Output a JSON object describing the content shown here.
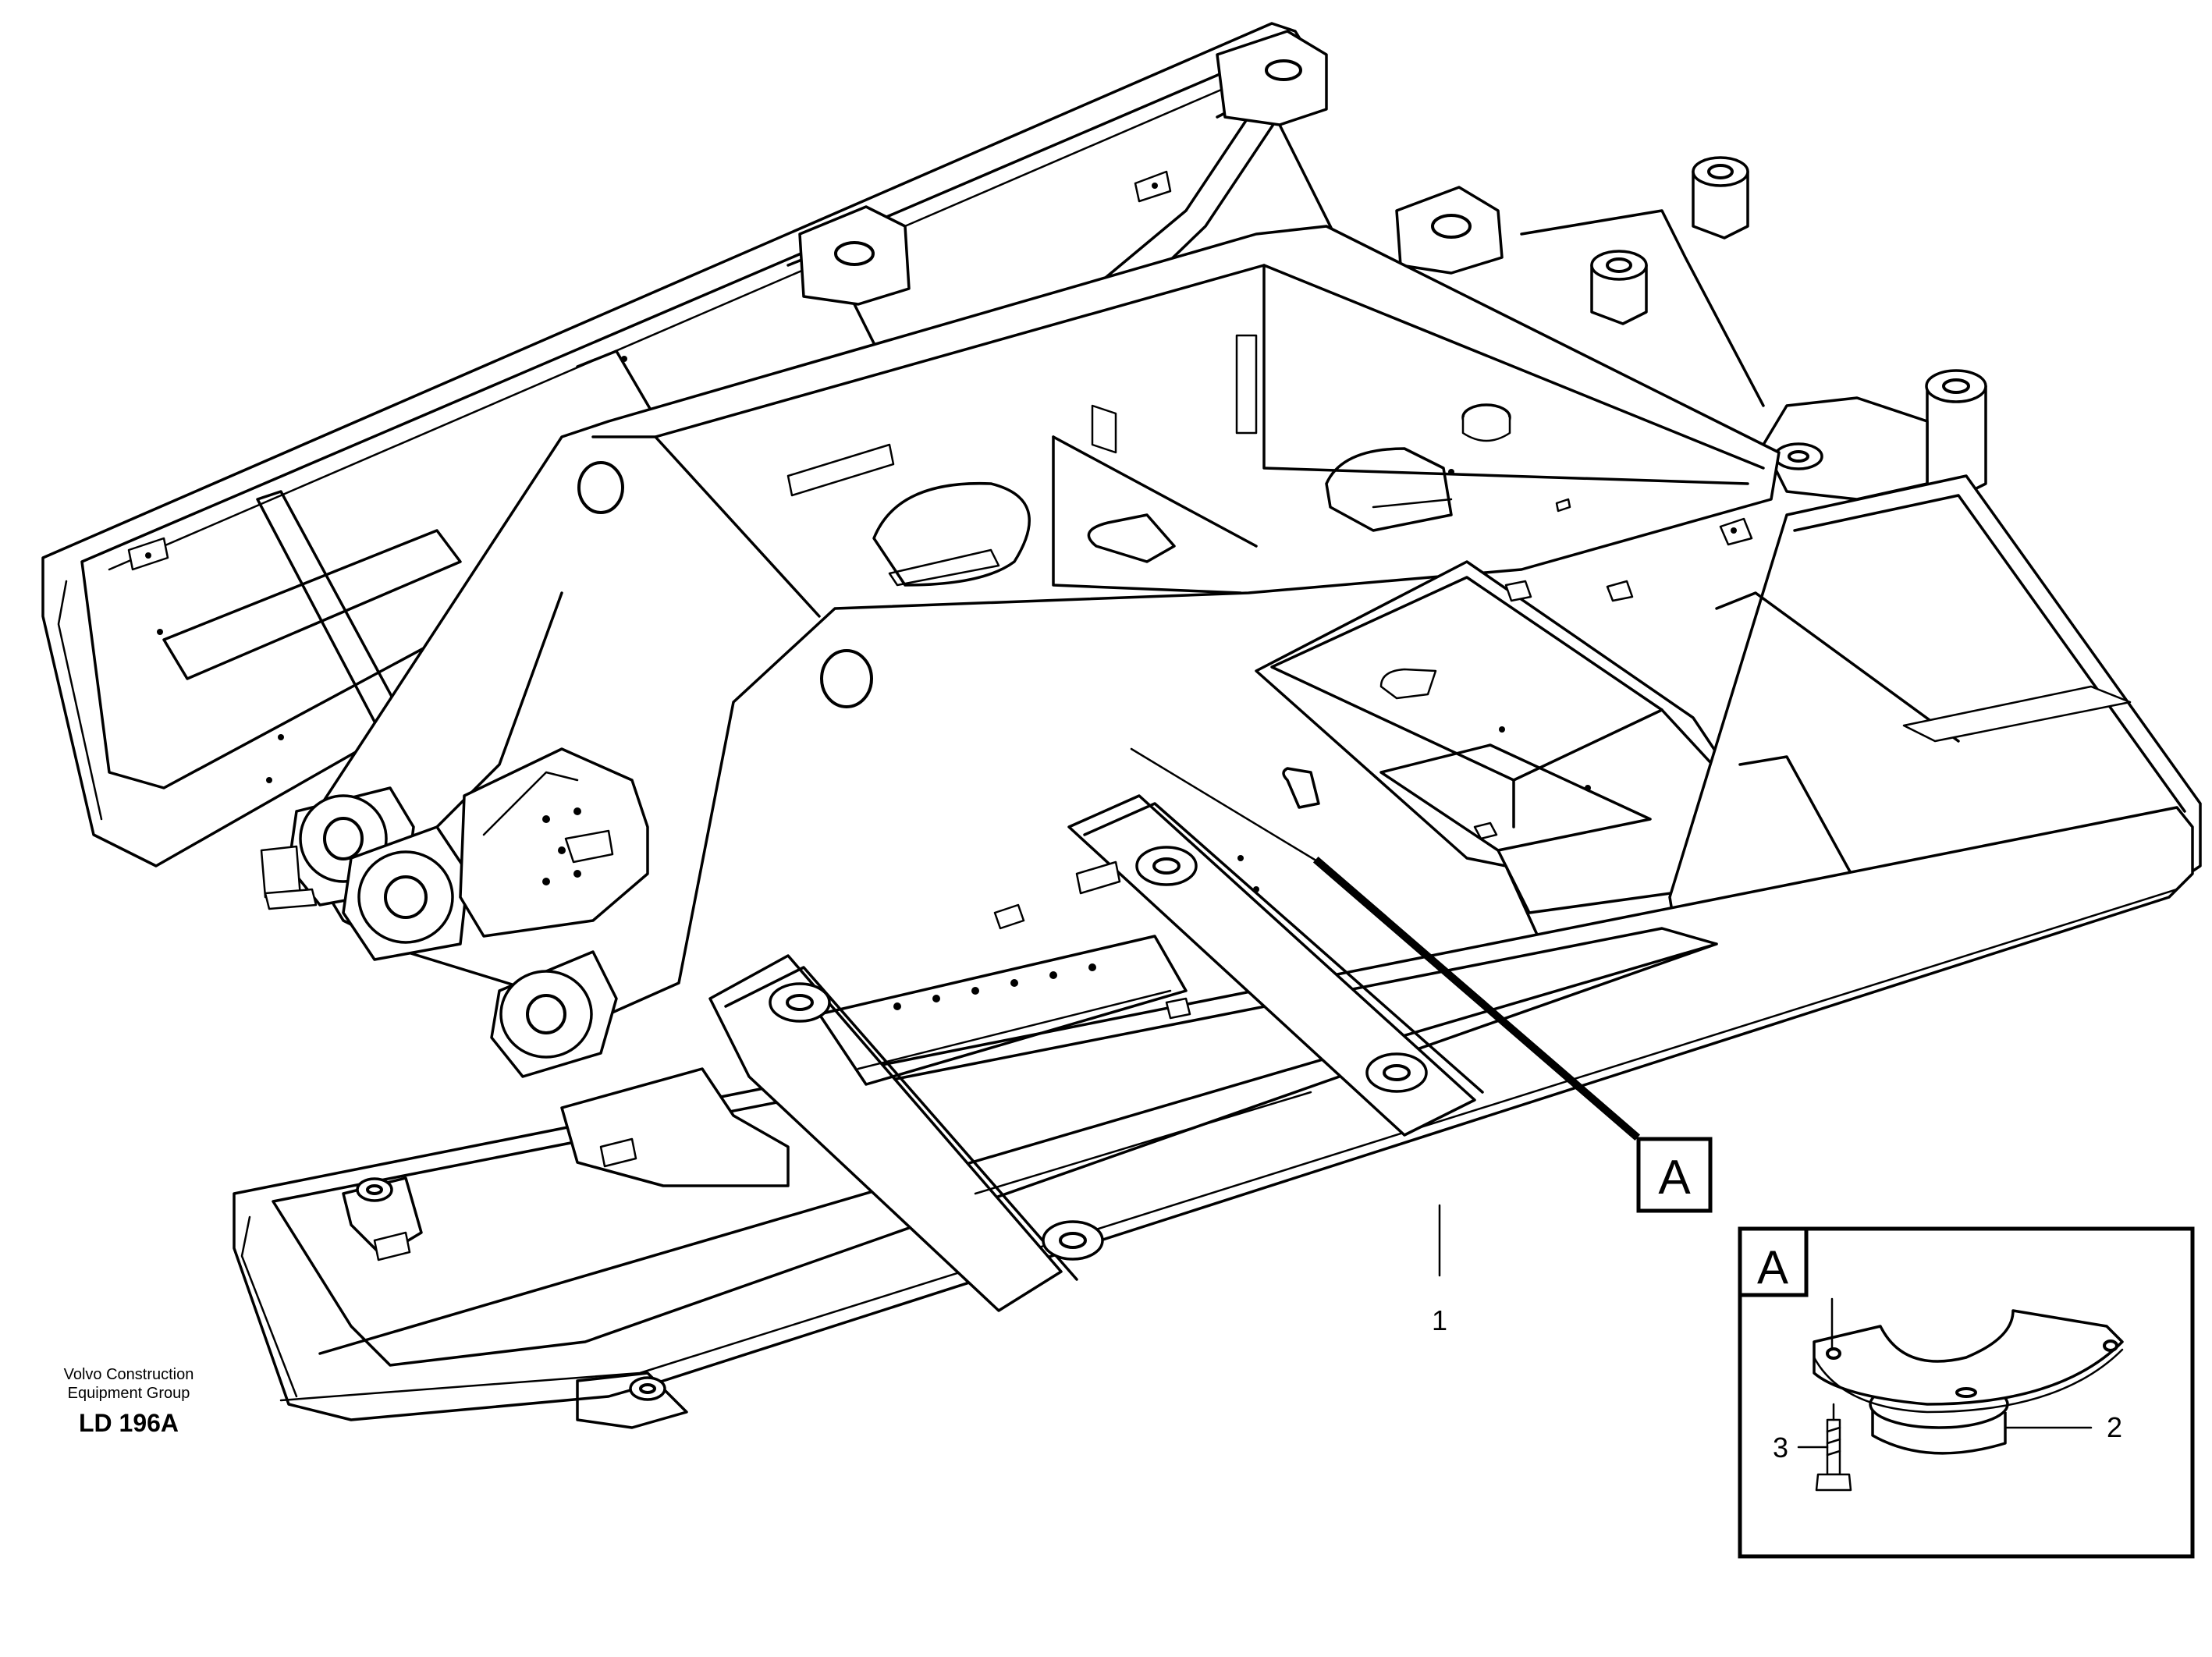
{
  "credit": {
    "company_line1": "Volvo Construction",
    "company_line2": "Equipment Group",
    "drawing_code": "LD 196A"
  },
  "callouts": {
    "main_frame": "1",
    "detail_ref": "A",
    "detail_box_label": "A",
    "part_2": "2",
    "part_3": "3"
  }
}
